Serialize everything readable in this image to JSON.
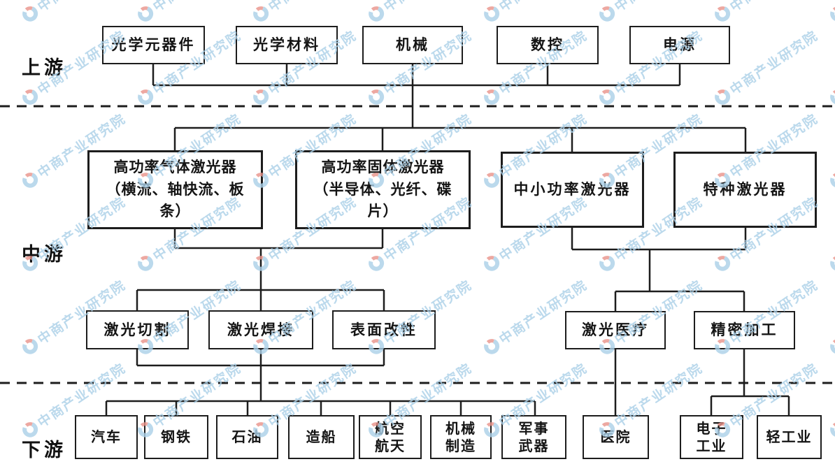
{
  "sections": {
    "upstream_label": "上游",
    "midstream_label": "中游",
    "downstream_label": "下游"
  },
  "watermark": {
    "text": "中商产业研究院"
  },
  "colors": {
    "line": "#1d1d1d",
    "watermark_blue": "#abd0e8",
    "watermark_red": "#e9938a"
  },
  "upstream": {
    "boxes": [
      {
        "label": "光学元器件"
      },
      {
        "label": "光学材料"
      },
      {
        "label": "机械"
      },
      {
        "label": "数控"
      },
      {
        "label": "电源"
      }
    ]
  },
  "midstream": {
    "boxes": [
      {
        "label": "高功率气体激光器\n（横流、轴快流、板\n条）"
      },
      {
        "label": "高功率固体激光器\n（半导体、光纤、碟\n片）"
      },
      {
        "label": "中小功率激光器"
      },
      {
        "label": "特种激光器"
      }
    ],
    "applications": [
      {
        "label": "激光切割"
      },
      {
        "label": "激光焊接"
      },
      {
        "label": "表面改性"
      },
      {
        "label": "激光医疗"
      },
      {
        "label": "精密加工"
      }
    ]
  },
  "downstream": {
    "boxes": [
      {
        "label": "汽车"
      },
      {
        "label": "钢铁"
      },
      {
        "label": "石油"
      },
      {
        "label": "造船"
      },
      {
        "label": "航空\n航天"
      },
      {
        "label": "机械\n制造"
      },
      {
        "label": "军事\n武器"
      },
      {
        "label": "医院"
      },
      {
        "label": "电子\n工业"
      },
      {
        "label": "轻工业"
      }
    ]
  }
}
